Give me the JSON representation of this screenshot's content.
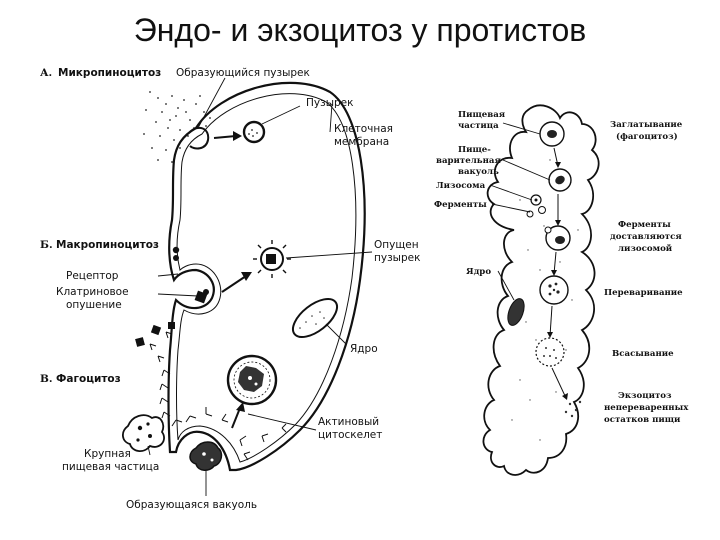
{
  "title": "Эндо- и экзоцитоз у протистов",
  "left": {
    "sections": {
      "a_prefix": "А.",
      "a": "Микропиноцитоз",
      "b_prefix": "Б.",
      "b": "Макропиноцитоз",
      "v_prefix": "В.",
      "v": "Фагоцитоз"
    },
    "labels": {
      "forming_vesicle": "Образующийся пузырек",
      "vesicle": "Пузырек",
      "membrane_1": "Клеточная",
      "membrane_2": "мембрана",
      "lowered_1": "Опущен",
      "lowered_2": "пузырек",
      "receptor": "Рецептор",
      "clathrin_1": "Клатриновое",
      "clathrin_2": "опушение",
      "nucleus": "Ядро",
      "large_food_1": "Крупная",
      "large_food_2": "пищевая частица",
      "actin_1": "Актиновый",
      "actin_2": "цитоскелет",
      "forming_vacuole": "Образующаяся вакуоль"
    }
  },
  "right": {
    "labels": {
      "food_particle_1": "Пищевая",
      "food_particle_2": "частица",
      "digestive_1": "Пище-",
      "digestive_2": "варительная",
      "digestive_3": "вакуоль",
      "lysosome": "Лизосома",
      "enzymes": "Ферменты",
      "nucleus": "Ядро"
    },
    "stages": {
      "swallow_1": "Заглатывание",
      "swallow_2": "(фагоцитоз)",
      "enz_1": "Ферменты",
      "enz_2": "доставляются",
      "enz_3": "лизосомой",
      "digestion": "Переваривание",
      "absorption": "Всасывание",
      "exo_1": "Экзоцитоз",
      "exo_2": "непереваренных",
      "exo_3": "остатков пищи"
    }
  }
}
